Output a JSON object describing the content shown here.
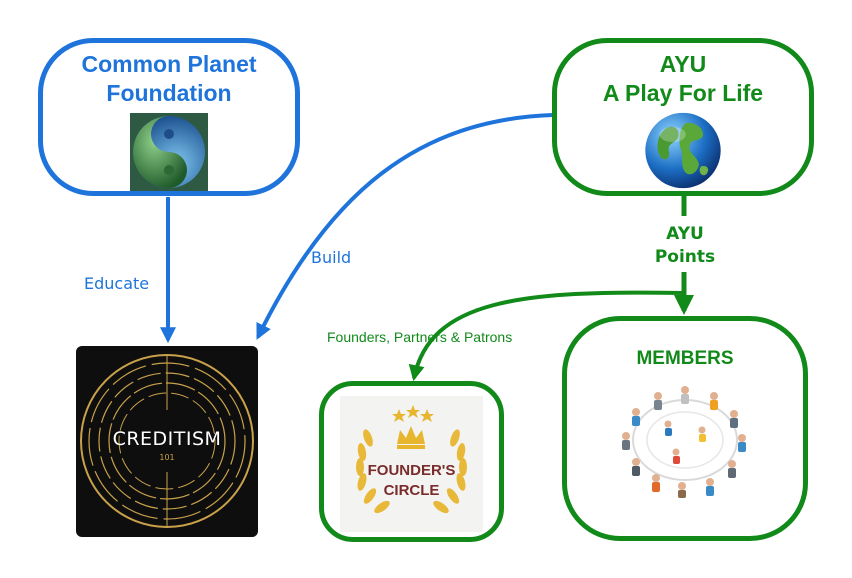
{
  "nodes": {
    "common_planet": {
      "title": "Common Planet\nFoundation",
      "icon": "yin-yang-earth-icon"
    },
    "ayu": {
      "title": "AYU\nA Play For Life",
      "icon": "globe-icon"
    },
    "crediticism": {
      "main": "CREDITISM",
      "sub": "101",
      "icon": "crediticism-logo"
    },
    "founders_circle": {
      "line1": "FOUNDER'S",
      "line2": "CIRCLE",
      "icon": "laurel-crown-icon"
    },
    "members": {
      "title": "MEMBERS",
      "icon": "people-circle-icon"
    }
  },
  "edges": {
    "educate": "Educate",
    "build": "Build",
    "ayu_points_1": "AYU",
    "ayu_points_2": "Points",
    "founders_partners": "Founders, Partners & Patrons"
  },
  "colors": {
    "blue": "#1f74db",
    "green": "#118a1a",
    "gold": "#c9a14a",
    "dark": "#0e0e0e"
  }
}
